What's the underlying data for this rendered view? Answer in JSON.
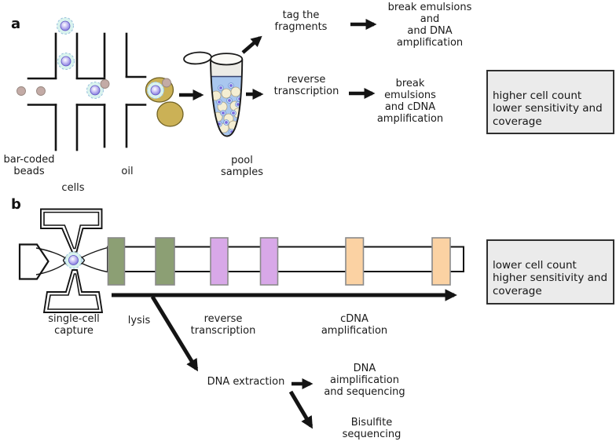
{
  "figure": {
    "panel_a": {
      "label": "a",
      "beads_label": "bar-coded\nbeads",
      "cells_label": "cells",
      "oil_label": "oil",
      "pool_label": "pool\nsamples",
      "tag_label": "tag the\nfragments",
      "reverse_transcription_label": "reverse\ntranscription",
      "break_dna_label": "break emulsions\nand\nand DNA\namplification",
      "break_cdna_label": "break\nemulsions\nand cDNA\namplification",
      "box_text": "higher cell count\nlower sensitivity and\ncoverage"
    },
    "panel_b": {
      "label": "b",
      "capture_label": "single-cell\ncapture",
      "lysis_label": "lysis",
      "reverse_transcription_label": "reverse\ntranscription",
      "cdna_label": "cDNA\namplification",
      "dna_extraction_label": "DNA extraction",
      "dna_seq_label": "DNA\naimplification\nand sequencing",
      "bisulfite_label": "Bisulfite\nsequencing",
      "box_text": "lower cell count\nhigher sensitivity and\ncoverage"
    },
    "colors": {
      "cell_fill": "#d9f3ee",
      "bead": "#c3aba6",
      "droplet": "#cbb156",
      "tube_liquid": "#a9c7ef",
      "tube_droplet": "#f4eed3",
      "zone_lysis_green": "#8c9f74",
      "zone_rt_purple": "#d8a8e8",
      "zone_cdna_orange": "#fbd2a3",
      "box_bg": "#ebebeb"
    }
  }
}
